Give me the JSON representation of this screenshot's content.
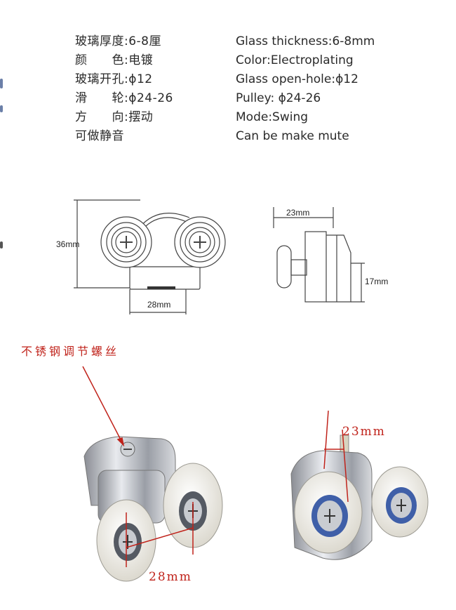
{
  "specs_cn": [
    {
      "label": "玻璃厚度:6-8厘"
    },
    {
      "label": "颜　　色:电镀"
    },
    {
      "label": "玻璃开孔:ϕ12"
    },
    {
      "label": "滑　　轮:ϕ24-26"
    },
    {
      "label": "方　　向:摆动"
    },
    {
      "label": "可做静音"
    }
  ],
  "specs_en": [
    {
      "label": "Glass thickness:6-8mm"
    },
    {
      "label": "Color:Electroplating"
    },
    {
      "label": "Glass open-hole:ϕ12"
    },
    {
      "label": "Pulley: ϕ24-26"
    },
    {
      "label": "Mode:Swing"
    },
    {
      "label": "Can be make mute"
    }
  ],
  "drawing_front": {
    "height_label": "36mm",
    "width_label": "28mm"
  },
  "drawing_side": {
    "top_label": "23mm",
    "side_label": "17mm"
  },
  "annotations": {
    "screw_label": "不锈钢调节螺丝",
    "pulley_span_label": "28mm",
    "clamp_depth_label": "23mm"
  },
  "colors": {
    "annotation_red": "#c0231b",
    "chrome": "#b9bcc2",
    "wheel": "#f2f0ea",
    "bearing_blue": "#3f5fa8"
  }
}
